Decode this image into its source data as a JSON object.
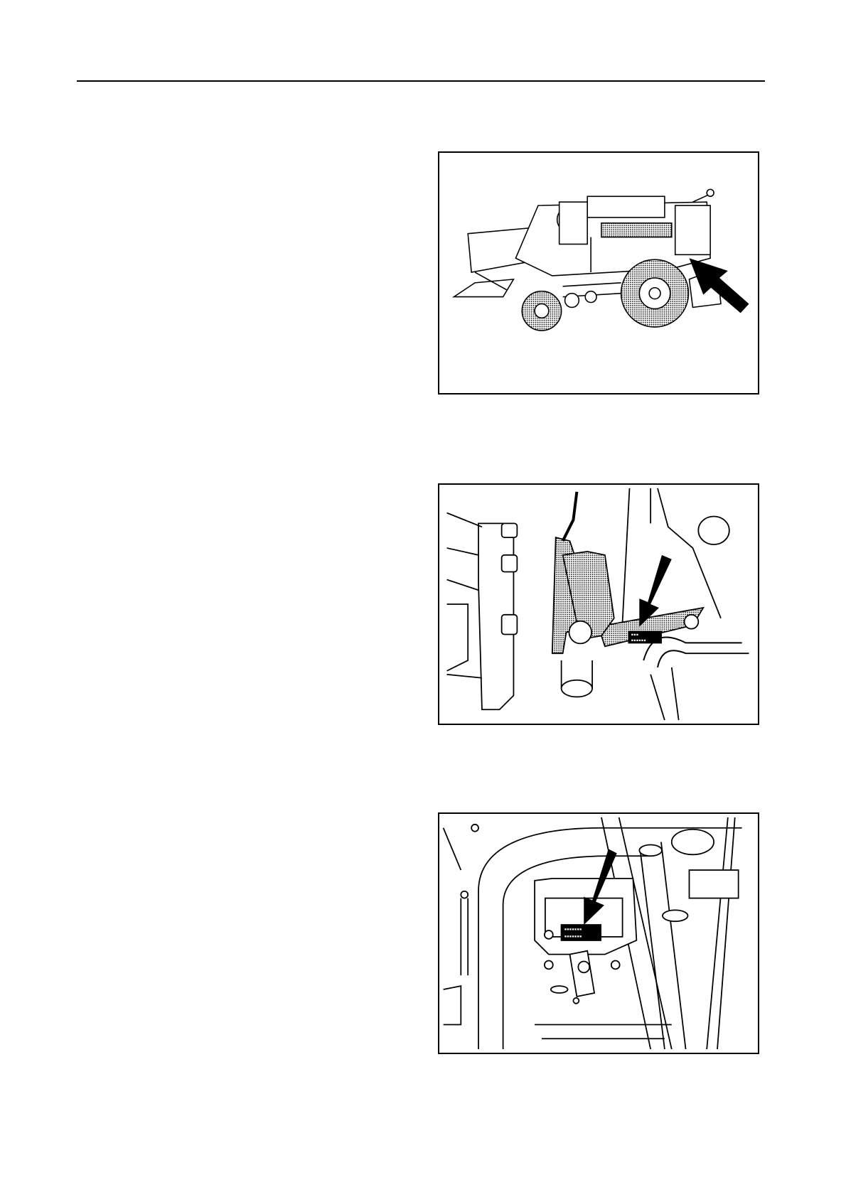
{
  "page": {
    "colors": {
      "ink": "#000000",
      "paper": "#ffffff",
      "shade": "#9a9a9a"
    },
    "figures": [
      {
        "subject": "combine-harvester-side-view",
        "arrow": "serial-plate-location"
      },
      {
        "subject": "chassis-bracket-plate",
        "arrow": "identification-plate"
      },
      {
        "subject": "engine-block-plate",
        "arrow": "engine-number-plate"
      }
    ]
  }
}
